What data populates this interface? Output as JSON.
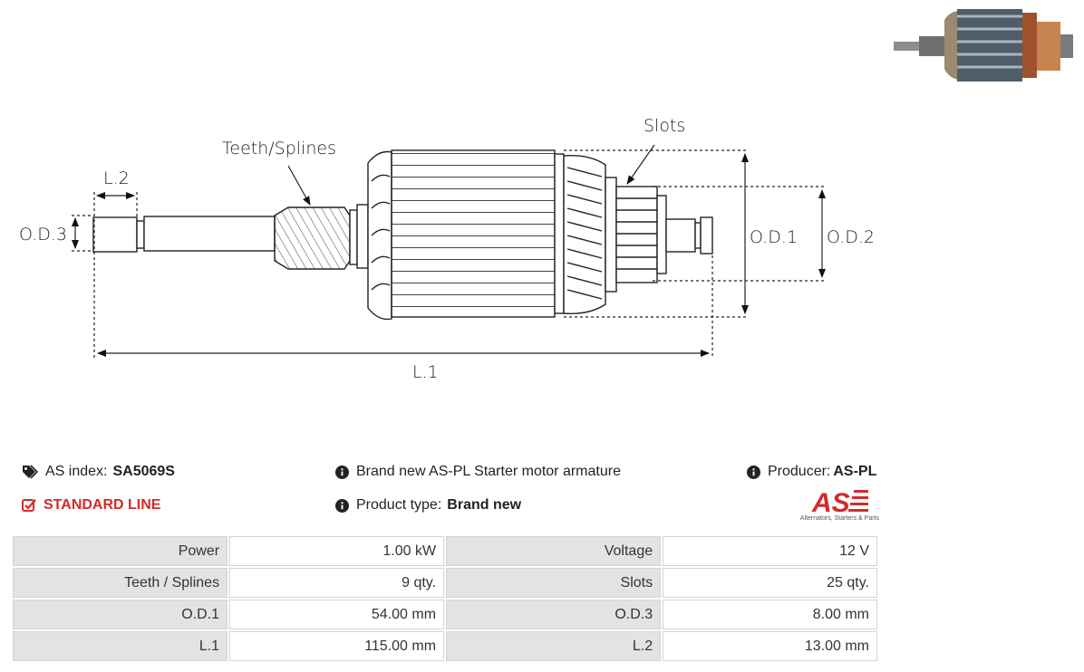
{
  "diagram": {
    "labels": {
      "teeth_splines": "Teeth/Splines",
      "slots": "Slots",
      "l2": "L.2",
      "od3": "O.D.3",
      "od1": "O.D.1",
      "od2": "O.D.2",
      "l1": "L.1"
    }
  },
  "thumbnail": {
    "icon": "starter-armature-photo"
  },
  "info": {
    "as_index_label": "AS index:",
    "as_index_value": "SA5069S",
    "line": "STANDARD LINE",
    "description": "Brand new AS-PL Starter motor armature",
    "product_type_label": "Product type:",
    "product_type_value": "Brand new",
    "producer_label": "Producer:",
    "producer_value": "AS-PL"
  },
  "logo": {
    "text": "AS",
    "tagline": "Alternators, Starters & Parts"
  },
  "colors": {
    "accent": "#d6292a",
    "label_bg": "#e3e3e3"
  },
  "specs": [
    {
      "label1": "Power",
      "value1": "1.00 kW",
      "label2": "Voltage",
      "value2": "12 V"
    },
    {
      "label1": "Teeth / Splines",
      "value1": "9 qty.",
      "label2": "Slots",
      "value2": "25 qty."
    },
    {
      "label1": "O.D.1",
      "value1": "54.00 mm",
      "label2": "O.D.3",
      "value2": "8.00 mm"
    },
    {
      "label1": "L.1",
      "value1": "115.00 mm",
      "label2": "L.2",
      "value2": "13.00 mm"
    }
  ]
}
